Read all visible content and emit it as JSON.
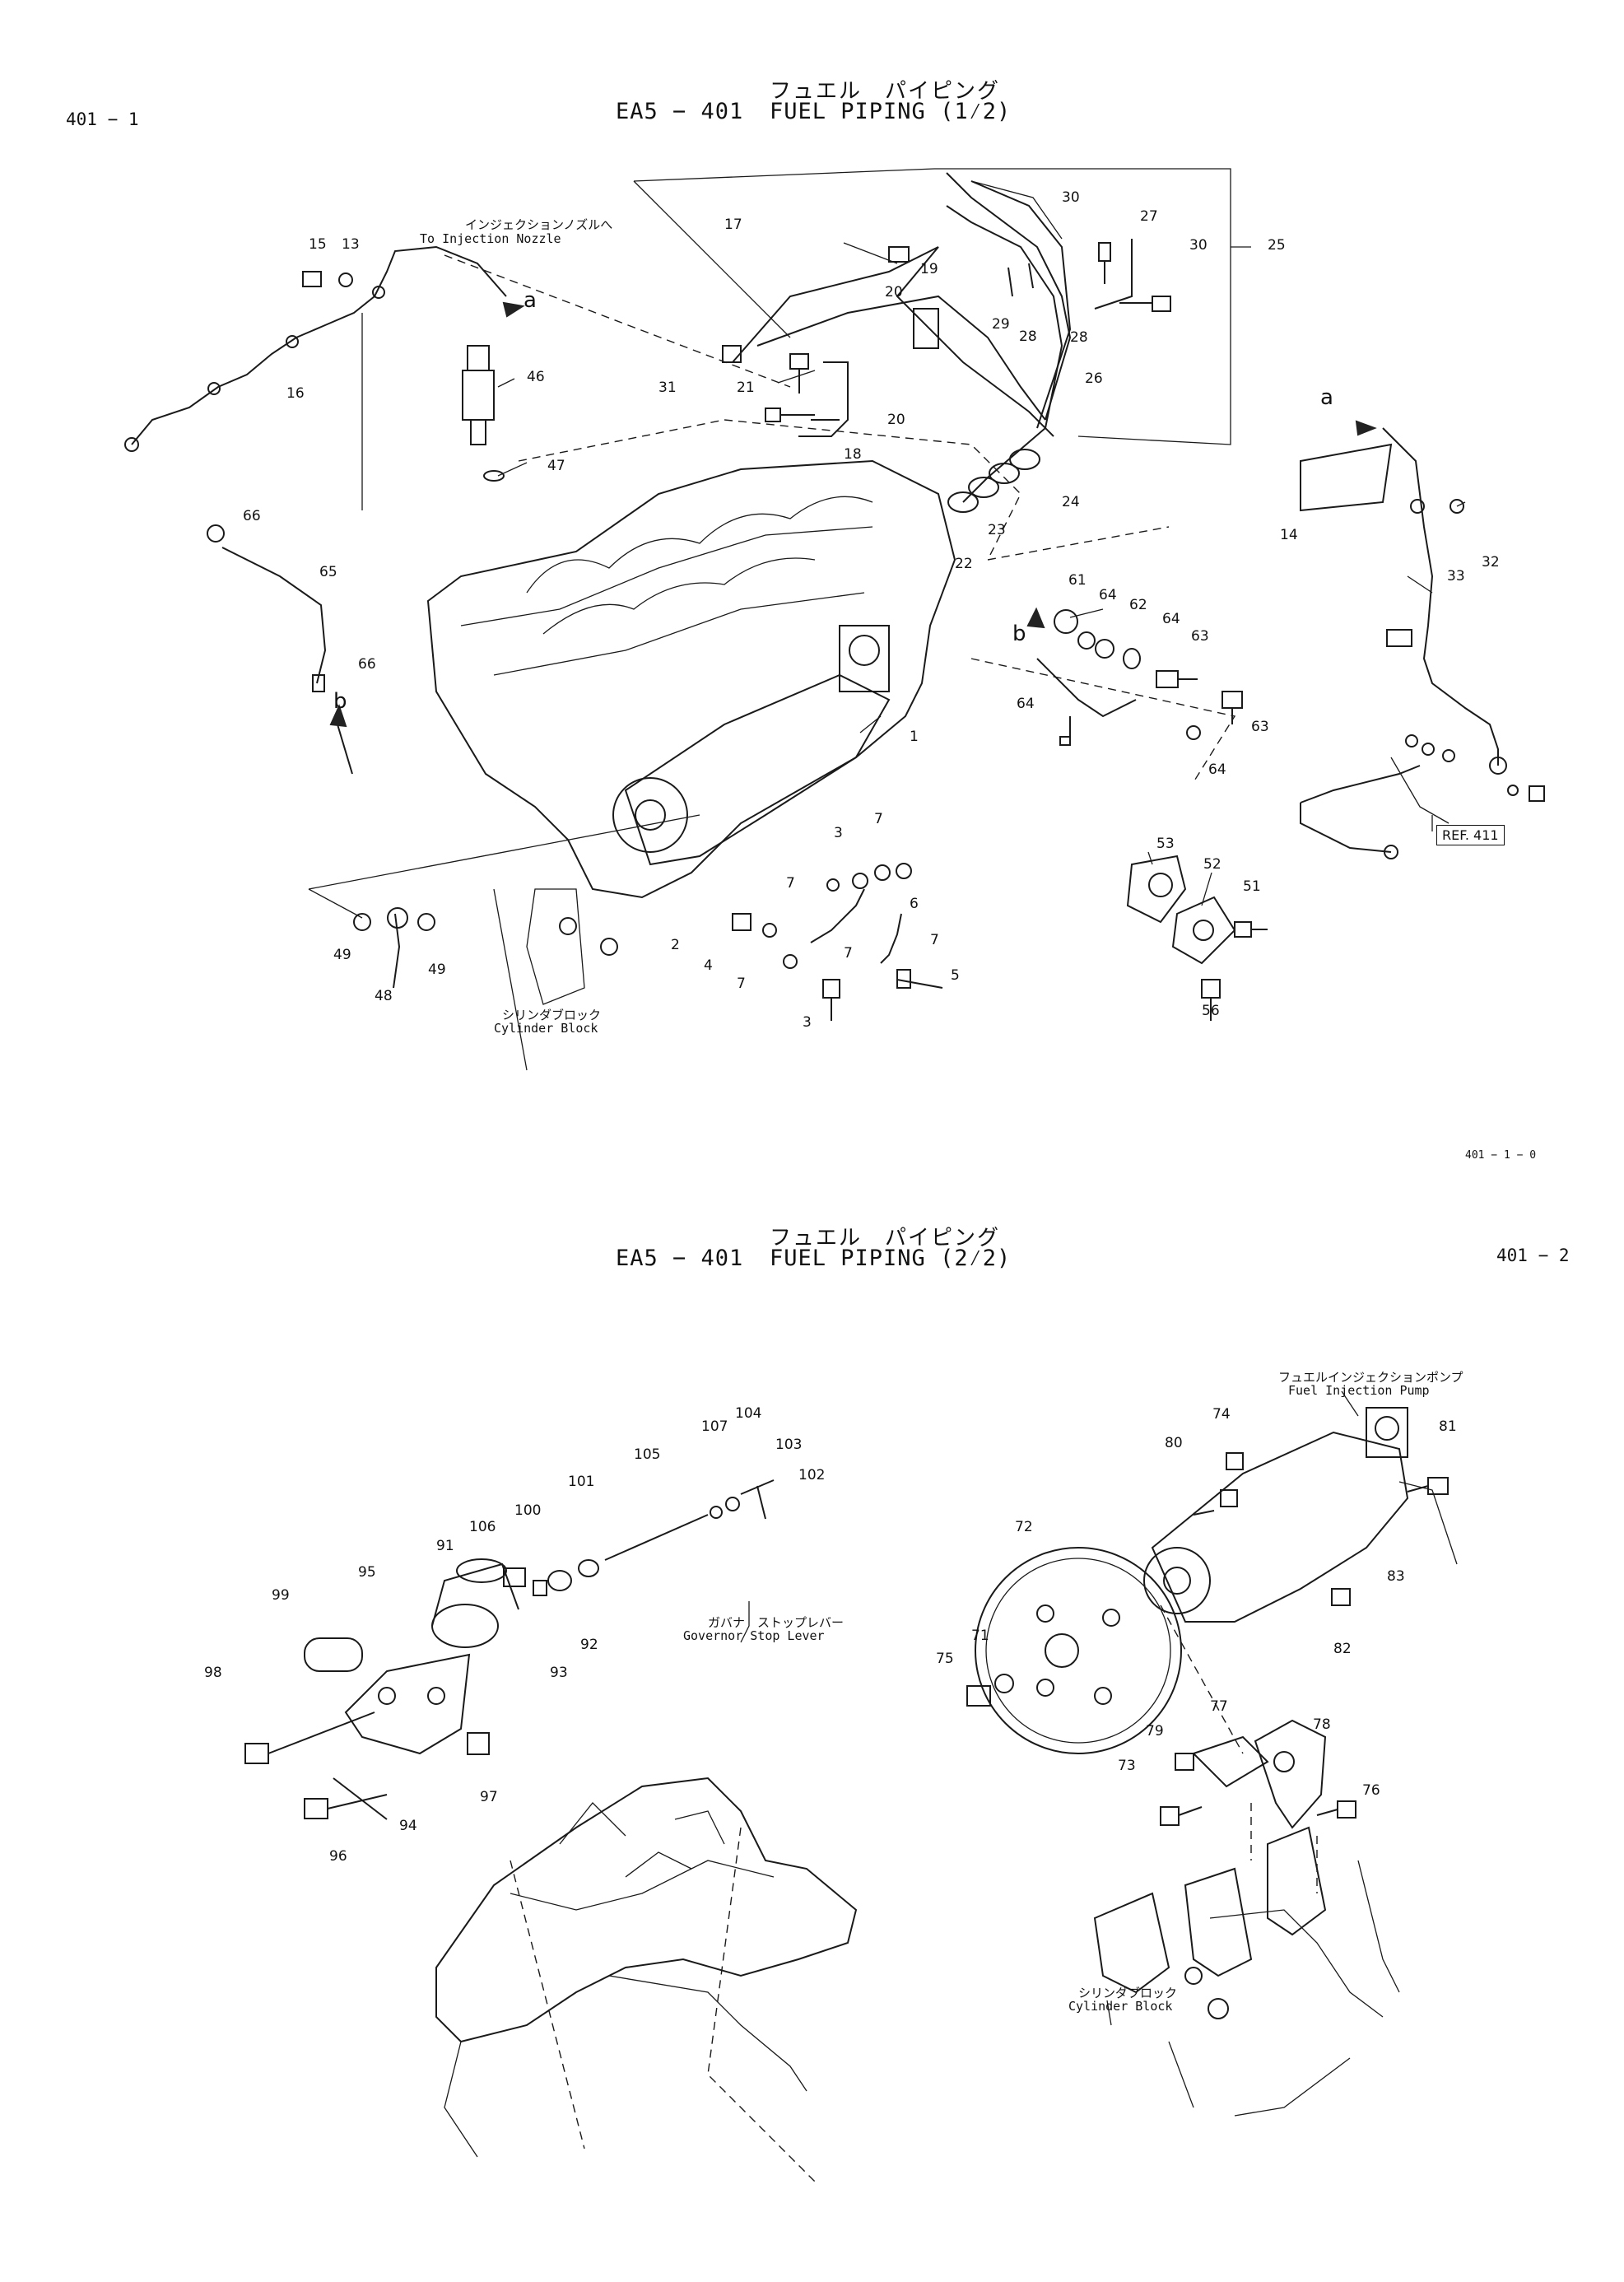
{
  "sheet1": {
    "page_id": "401 − 1",
    "title_jp": "フュエル　パイピング",
    "code": "EA5 − 401",
    "title_en": "FUEL PIPING (1⁄2)",
    "figure_ref": "401 − 1 − 0",
    "labels": {
      "nozzle_jp": "インジェクションノズルへ",
      "nozzle_en": "To Injection Nozzle",
      "block_jp": "シリンダブロック",
      "block_en": "Cylinder Block",
      "ref": "REF. 411",
      "letter_a_top": "a",
      "letter_a_right": "a",
      "letter_b_left": "b",
      "letter_b_mid": "b"
    },
    "callouts": [
      "15",
      "13",
      "16",
      "17",
      "46",
      "47",
      "66",
      "65",
      "66",
      "31",
      "21",
      "18",
      "20",
      "19",
      "20",
      "29",
      "28",
      "28",
      "30",
      "27",
      "30",
      "25",
      "26",
      "24",
      "23",
      "22",
      "61",
      "64",
      "62",
      "64",
      "63",
      "63",
      "64",
      "64",
      "1",
      "3",
      "7",
      "7",
      "2",
      "4",
      "7",
      "7",
      "6",
      "7",
      "5",
      "3",
      "49",
      "48",
      "49",
      "53",
      "52",
      "51",
      "56",
      "14",
      "33",
      "32"
    ]
  },
  "sheet2": {
    "page_id": "401 − 2",
    "title_jp": "フュエル　パイピング",
    "code": "EA5 − 401",
    "title_en": "FUEL PIPING (2⁄2)",
    "labels": {
      "lever_jp": "ガバナ　ストップレバー",
      "lever_en": "Governor Stop Lever",
      "pump_jp": "フュエルインジェクションポンプ",
      "pump_en": "Fuel Injection Pump",
      "block_jp": "シリンダブロック",
      "block_en": "Cylinder Block"
    },
    "callouts": [
      "107",
      "104",
      "103",
      "102",
      "105",
      "101",
      "100",
      "106",
      "91",
      "95",
      "99",
      "98",
      "92",
      "93",
      "97",
      "94",
      "96",
      "74",
      "80",
      "81",
      "72",
      "83",
      "82",
      "71",
      "75",
      "77",
      "78",
      "79",
      "73",
      "76"
    ]
  }
}
